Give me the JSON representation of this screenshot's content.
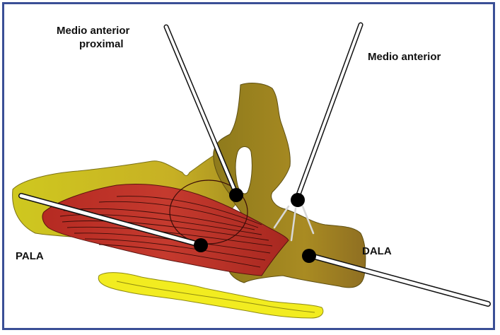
{
  "labels": {
    "medio_anterior_proximal_line1": "Medio anterior",
    "medio_anterior_proximal_line2": "proximal",
    "medio_anterior": "Medio anterior",
    "pala": "PALA",
    "dala": "DALA"
  },
  "colors": {
    "frame": "#3a4f96",
    "talus": "#a98b22",
    "calcaneus_yellow": "#d6cf25",
    "muscle_red": "#c4342a",
    "fat_pad_yellow": "#f2ec20",
    "portal_outline": "#111111",
    "portal_fill": "#ffffff"
  }
}
